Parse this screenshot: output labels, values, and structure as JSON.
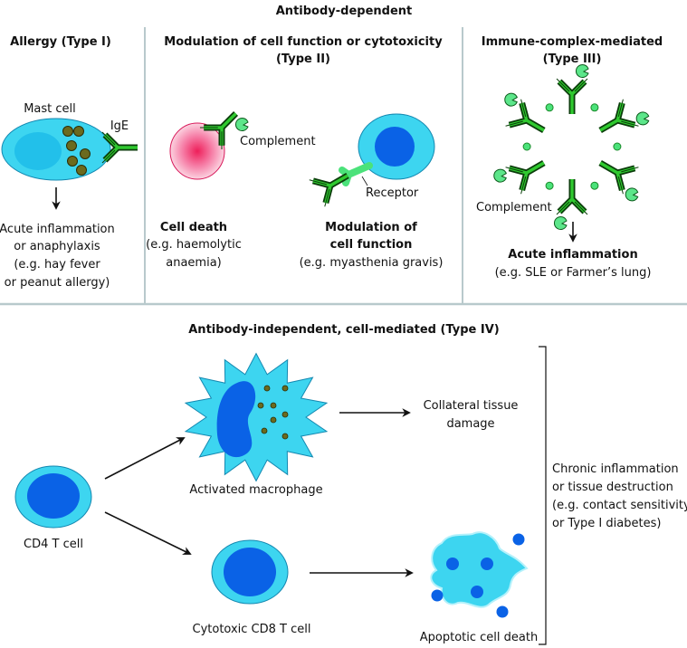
{
  "title": "Antibody-dependent",
  "colors": {
    "cell_fill": "#3dd5f0",
    "nucleus": "#0a62e6",
    "antibody": "#1fa31f",
    "complement": "#4be27a",
    "granule": "#6b6a1e",
    "rbc": "#f26d9b",
    "divider": "#b8c9cc"
  },
  "type1": {
    "heading": "Allergy (Type I)",
    "cell_label": "Mast cell",
    "antibody_label": "IgE",
    "outcome_lines": [
      "Acute inflammation",
      "or anaphylaxis",
      "(e.g. hay fever",
      "or peanut allergy)"
    ]
  },
  "type2": {
    "heading_lines": [
      "Modulation of cell function or cytotoxicity",
      "(Type II)"
    ],
    "complement_label": "Complement",
    "receptor_label": "Receptor",
    "left_outcome": {
      "title": "Cell death",
      "lines": [
        "(e.g. haemolytic",
        "anaemia)"
      ]
    },
    "right_outcome": {
      "title_lines": [
        "Modulation of",
        "cell function"
      ],
      "lines": [
        "(e.g. myasthenia gravis)"
      ]
    }
  },
  "type3": {
    "heading_lines": [
      "Immune-complex-mediated",
      "(Type III)"
    ],
    "complement_label": "Complement",
    "outcome_title": "Acute inflammation",
    "outcome_line": "(e.g. SLE or Farmer’s lung)"
  },
  "type4": {
    "heading": "Antibody-independent, cell-mediated (Type IV)",
    "cd4_label": "CD4 T cell",
    "macrophage_label": "Activated macrophage",
    "cd8_label": "Cytotoxic CD8 T cell",
    "collateral_lines": [
      "Collateral tissue",
      "damage"
    ],
    "apoptosis_label": "Apoptotic cell death",
    "summary_lines": [
      "Chronic inflammation",
      "or tissue destruction",
      "(e.g. contact sensitivity",
      "or Type I diabetes)"
    ]
  }
}
